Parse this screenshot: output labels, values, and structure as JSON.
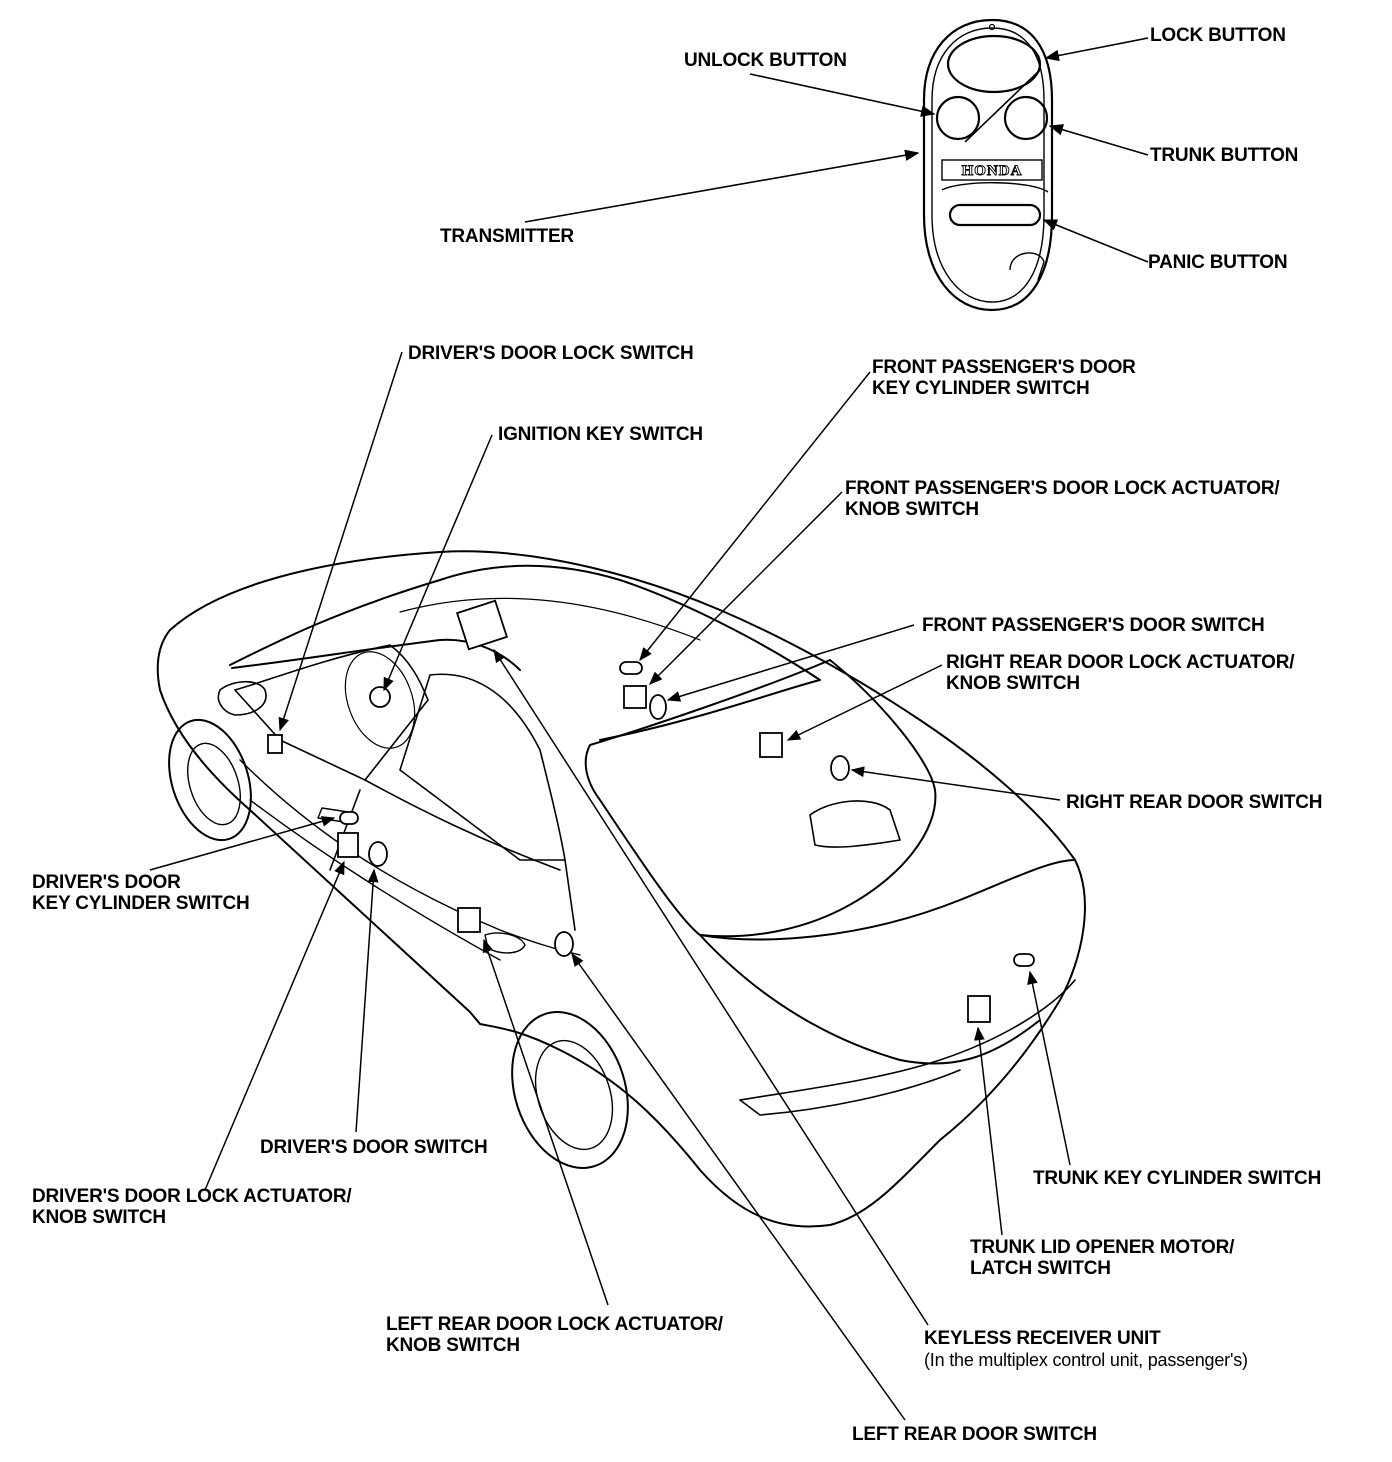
{
  "transmitter": {
    "brand": "HONDA",
    "labels": {
      "lock_button": "LOCK BUTTON",
      "unlock_button": "UNLOCK BUTTON",
      "trunk_button": "TRUNK BUTTON",
      "transmitter": "TRANSMITTER",
      "panic_button": "PANIC BUTTON"
    }
  },
  "car_labels": {
    "drivers_door_lock_switch": "DRIVER'S DOOR LOCK SWITCH",
    "ignition_key_switch": "IGNITION KEY SWITCH",
    "front_pass_key_cyl_1": "FRONT PASSENGER'S DOOR",
    "front_pass_key_cyl_2": "KEY CYLINDER SWITCH",
    "front_pass_actuator_1": "FRONT PASSENGER'S DOOR LOCK ACTUATOR/",
    "front_pass_actuator_2": "KNOB SWITCH",
    "front_pass_door_switch": "FRONT PASSENGER'S DOOR SWITCH",
    "right_rear_actuator_1": "RIGHT REAR DOOR LOCK ACTUATOR/",
    "right_rear_actuator_2": "KNOB SWITCH",
    "right_rear_door_switch": "RIGHT REAR DOOR SWITCH",
    "drivers_key_cyl_1": "DRIVER'S DOOR",
    "drivers_key_cyl_2": "KEY CYLINDER SWITCH",
    "drivers_door_switch": "DRIVER'S DOOR SWITCH",
    "drivers_actuator_1": "DRIVER'S DOOR LOCK ACTUATOR/",
    "drivers_actuator_2": "KNOB SWITCH",
    "trunk_key_cyl_switch": "TRUNK KEY CYLINDER SWITCH",
    "trunk_lid_1": "TRUNK LID OPENER MOTOR/",
    "trunk_lid_2": "LATCH SWITCH",
    "left_rear_actuator_1": "LEFT REAR DOOR LOCK ACTUATOR/",
    "left_rear_actuator_2": "KNOB SWITCH",
    "keyless_receiver_1": "KEYLESS RECEIVER UNIT",
    "keyless_receiver_2": "(In the multiplex control unit, passenger's)",
    "left_rear_door_switch": "LEFT REAR DOOR SWITCH"
  }
}
